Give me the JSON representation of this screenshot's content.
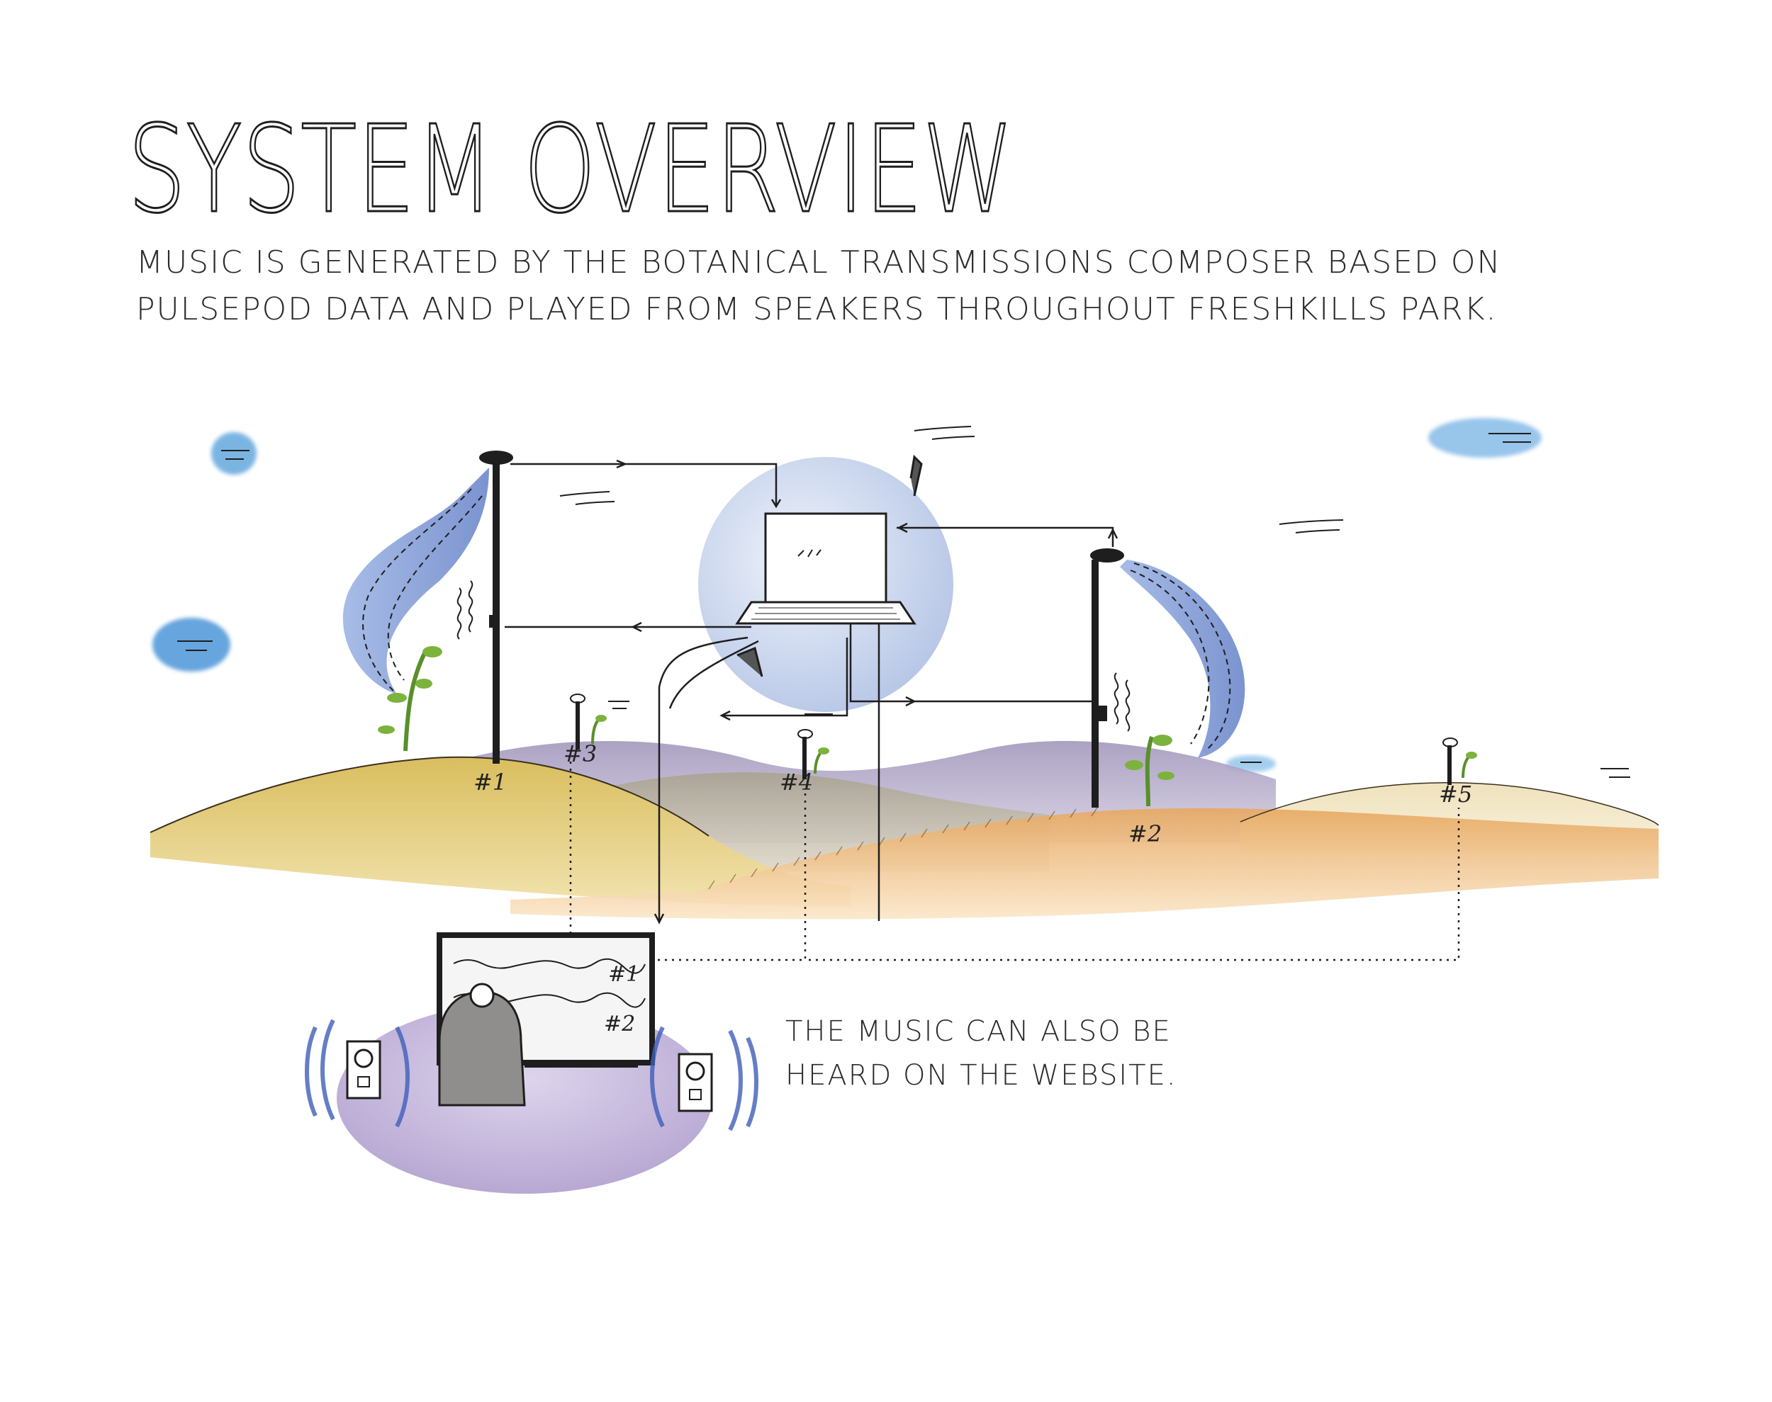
{
  "title": "SYSTEM OVERVIEW",
  "subtitle": {
    "line1": "MUSIC IS GENERATED BY THE BOTANICAL TRANSMISSIONS COMPOSER BASED ON",
    "line2": "PULSEPOD DATA AND PLAYED FROM SPEAKERS THROUGHOUT FRESHKILLS PARK."
  },
  "website_note": {
    "line1": "THE MUSIC CAN ALSO BE",
    "line2": "HEARD ON THE WEBSITE."
  },
  "pod_labels": {
    "pod1": "#1",
    "pod2": "#2",
    "pod3": "#3",
    "pod4": "#4",
    "pod5": "#5"
  },
  "monitor_tracks": {
    "track1": "#1",
    "track2": "#2"
  },
  "colors": {
    "ink": "#1e1e1e",
    "hill_yellow": "#e6cf7e",
    "hill_lavender": "#b3a9c6",
    "hill_grey": "#b9b2a6",
    "sand_orange": "#f0c48a",
    "water_blue": "#6f8fd0",
    "laptop_bubble": "#c7d4ec",
    "room_purple": "#b9a8d4",
    "sky_blue": "#5aa3dc",
    "leaf_green": "#7bb33d"
  }
}
